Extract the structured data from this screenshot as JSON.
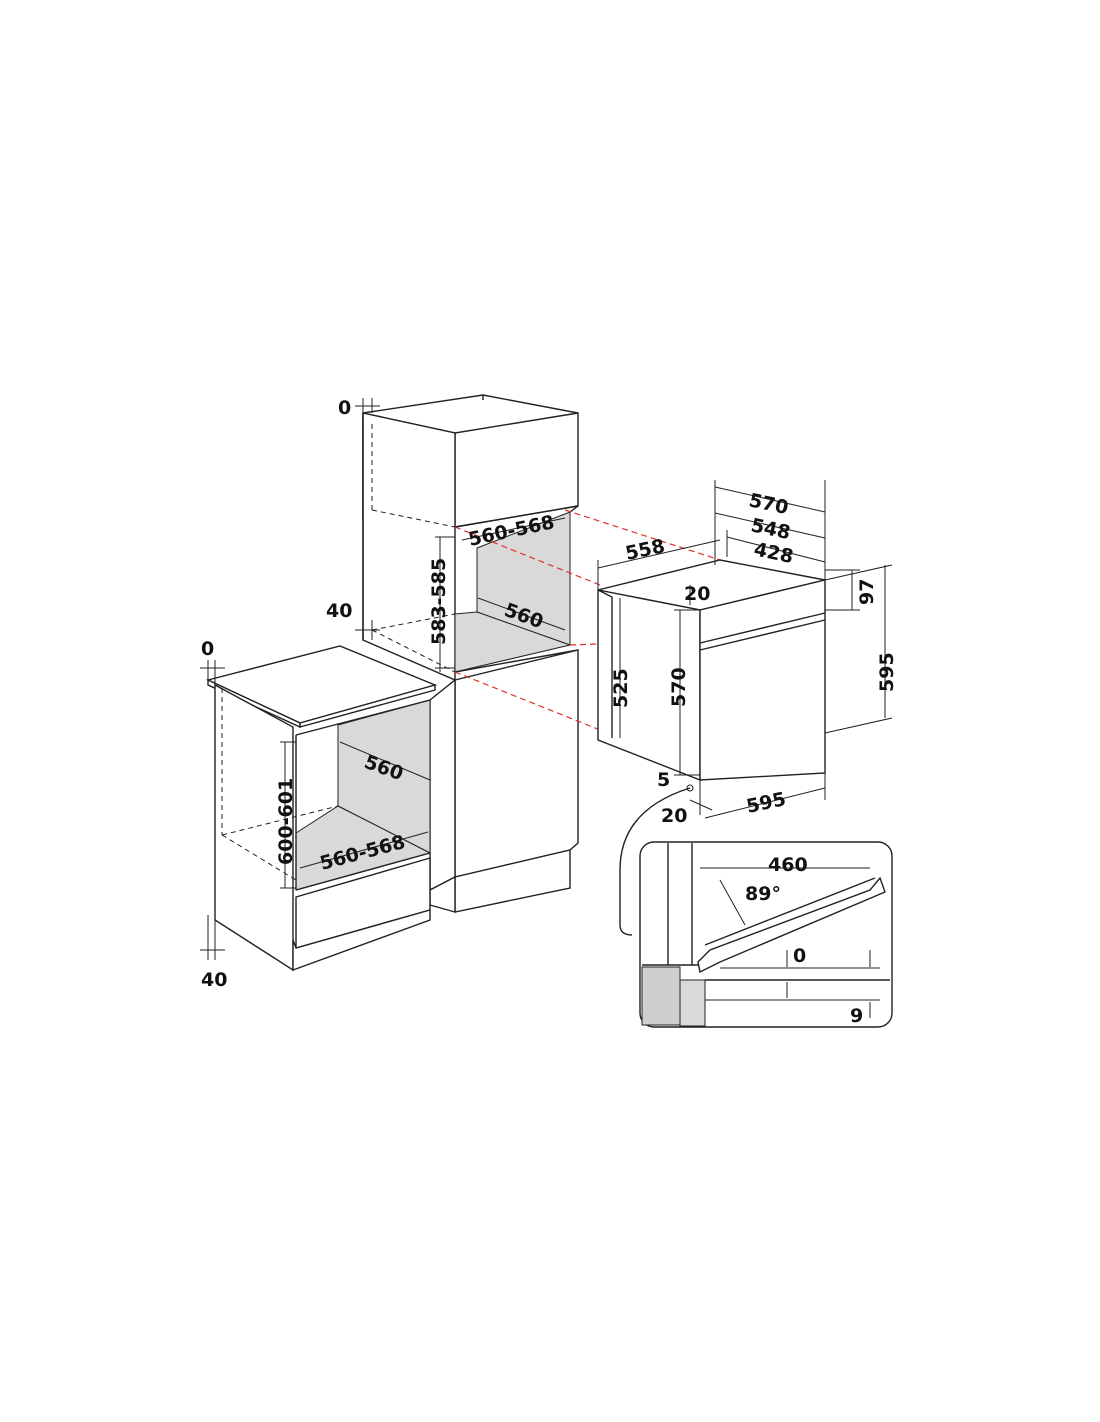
{
  "colors": {
    "line": "#222222",
    "cavity_fill": "#d9d9d9",
    "guide_red": "#e0312f",
    "background": "#ffffff"
  },
  "tall_unit": {
    "top_gap": "0",
    "rear_gap": "40",
    "niche_width": "560-568",
    "niche_height": "583-585",
    "niche_depth": "560"
  },
  "base_unit": {
    "top_gap": "0",
    "bottom_gap": "40",
    "niche_depth": "560",
    "niche_height": "600-601",
    "niche_width": "560-568"
  },
  "oven": {
    "depth_total": "570",
    "depth_body": "548",
    "depth_inner": "428",
    "side_depth": "558",
    "control_panel_height": "97",
    "total_height": "595",
    "body_height": "570",
    "side_height": "525",
    "top_offset": "20",
    "bottom_offset": "5",
    "front_offset": "20",
    "width": "595"
  },
  "door_detail": {
    "open_depth": "460",
    "angle": "89°",
    "door_top_gap": "0",
    "bottom_gap": "9"
  }
}
